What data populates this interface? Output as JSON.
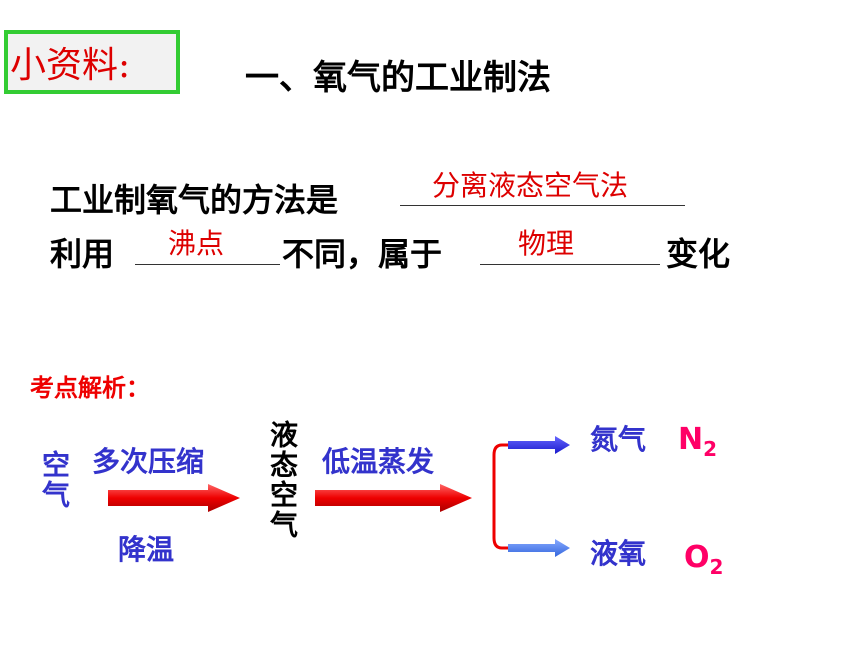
{
  "header": {
    "tag": "小资料:",
    "title": "一、氧气的工业制法"
  },
  "content": {
    "line1_prefix": "工业制氧气的方法是",
    "line1_answer": "分离液态空气法",
    "line2_prefix": "利用",
    "line2_answer1": "沸点",
    "line2_middle": "不同，属于",
    "line2_answer2": "物理",
    "line2_suffix": "变化"
  },
  "analysis": {
    "heading": "考点解析：",
    "start": "空气",
    "step1_top": "多次压缩",
    "step1_bottom": "降温",
    "middle": "液态空气",
    "step2": "低温蒸发",
    "product1": "氮气",
    "product1_formula": "N",
    "product1_sub": "2",
    "product2": "液氧",
    "product2_formula": "O",
    "product2_sub": "2"
  },
  "colors": {
    "answer": "#dd0000",
    "arrow_red": "#ee0000",
    "arrow_blue": "#1a1acc",
    "label_blue": "#3333cc",
    "formula_pink": "#ff0066",
    "tag_border": "#33cc33"
  }
}
